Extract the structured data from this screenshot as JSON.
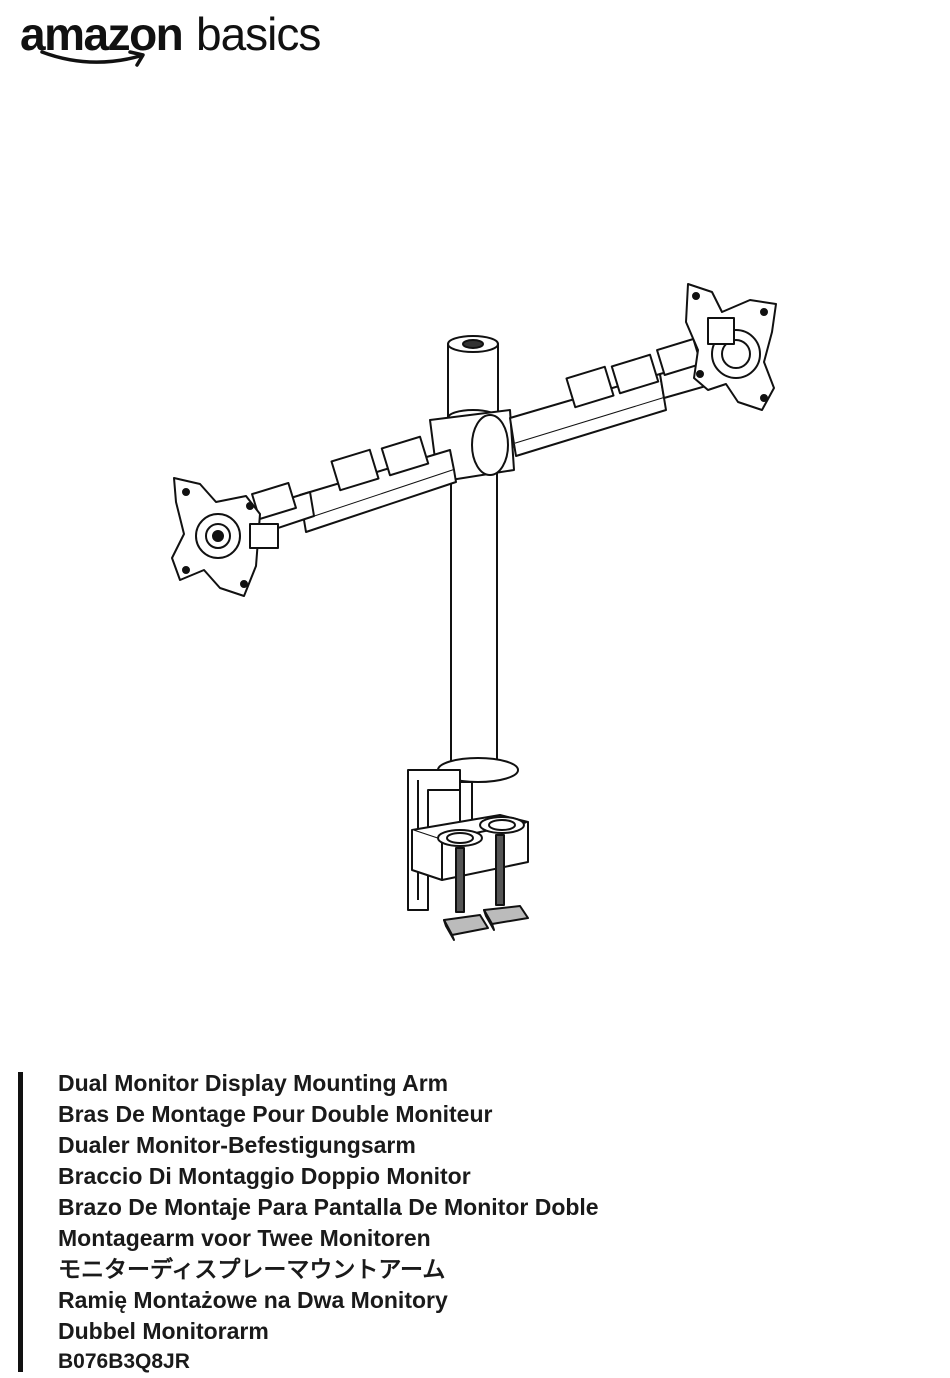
{
  "brand": {
    "amazon": "amazon",
    "basics": "basics"
  },
  "product_titles": [
    "Dual Monitor Display Mounting Arm",
    "Bras De Montage Pour Double Moniteur",
    "Dualer Monitor-Befestigungsarm",
    "Braccio Di Montaggio Doppio Monitor",
    "Brazo De Montaje Para Pantalla De Monitor Doble",
    "Montagearm voor Twee Monitoren",
    "モニターディスプレーマウントアーム",
    "Ramię Montażowe na Dwa Monitory",
    "Dubbel Monitorarm"
  ],
  "sku": "B076B3Q8JR",
  "icons": {
    "logo_smile": "amazon-smile-arrow-icon",
    "product": "dual-monitor-arm-illustration"
  },
  "colors": {
    "ink": "#111111",
    "background": "#ffffff"
  }
}
